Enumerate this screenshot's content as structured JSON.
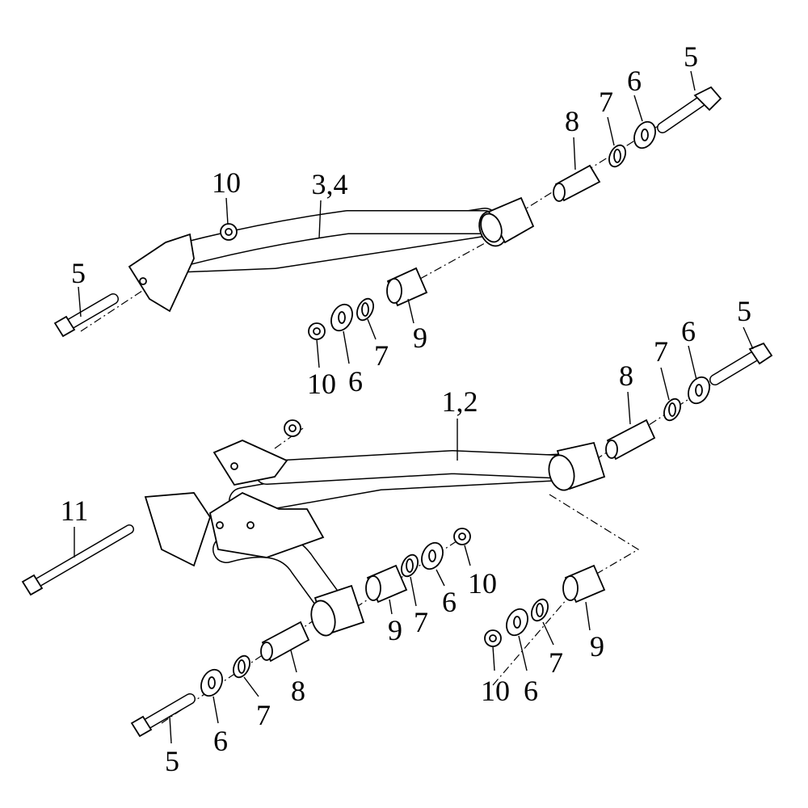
{
  "diagram": {
    "title": "Exploded view: upper arm (3,4) and lower arm (1,2) with bolts, washers, bushings",
    "callouts": [
      {
        "id": "c0",
        "text": "5"
      },
      {
        "id": "c1",
        "text": "6"
      },
      {
        "id": "c2",
        "text": "7"
      },
      {
        "id": "c3",
        "text": "8"
      },
      {
        "id": "c4",
        "text": "10"
      },
      {
        "id": "c5",
        "text": "3,4"
      },
      {
        "id": "c6",
        "text": "5"
      },
      {
        "id": "c7",
        "text": "9"
      },
      {
        "id": "c8",
        "text": "7"
      },
      {
        "id": "c9",
        "text": "6"
      },
      {
        "id": "c10",
        "text": "10"
      },
      {
        "id": "c11",
        "text": "5"
      },
      {
        "id": "c12",
        "text": "6"
      },
      {
        "id": "c13",
        "text": "7"
      },
      {
        "id": "c14",
        "text": "8"
      },
      {
        "id": "c15",
        "text": "1,2"
      },
      {
        "id": "c16",
        "text": "11"
      },
      {
        "id": "c17",
        "text": "10"
      },
      {
        "id": "c18",
        "text": "6"
      },
      {
        "id": "c19",
        "text": "7"
      },
      {
        "id": "c20",
        "text": "9"
      },
      {
        "id": "c21",
        "text": "9"
      },
      {
        "id": "c22",
        "text": "7"
      },
      {
        "id": "c23",
        "text": "6"
      },
      {
        "id": "c24",
        "text": "10"
      },
      {
        "id": "c25",
        "text": "8"
      },
      {
        "id": "c26",
        "text": "7"
      },
      {
        "id": "c27",
        "text": "6"
      },
      {
        "id": "c28",
        "text": "5"
      }
    ]
  }
}
